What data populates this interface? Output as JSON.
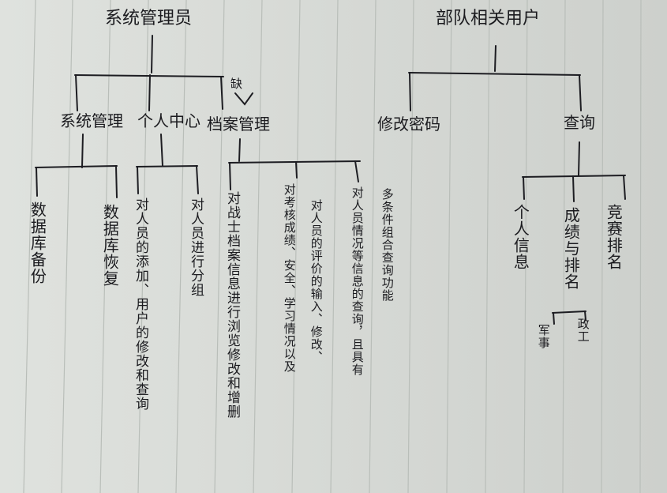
{
  "diagram": {
    "admin": {
      "title": "系统管理员",
      "children": [
        {
          "label": "系统管理",
          "leaves": [
            "数据库备份",
            "数据库恢复"
          ]
        },
        {
          "label": "个人中心",
          "leaves": [
            "对人员的添加、用户的修改和查询",
            "对人员进行分组"
          ]
        },
        {
          "label": "档案管理",
          "leaves": [
            "对战士档案信息进行浏览修改和增删",
            "对考核成绩、安全、学习情况以及",
            "对人员的评价的输入、修改、",
            "对人员情况等信息的查询，且具有"
          ]
        }
      ],
      "insert_mark": "缺"
    },
    "user": {
      "title": "部队相关用户",
      "children": [
        {
          "label": "修改密码",
          "leaves": [
            "多条件组合查询功能"
          ]
        },
        {
          "label": "查询",
          "leaves": [
            "个人信息",
            "成绩与排名",
            "竞赛排名"
          ],
          "subleaves": [
            "军事",
            "政工"
          ]
        }
      ]
    }
  },
  "colors": {
    "ink": "#1b1b1f",
    "paper": "#d9dcd8",
    "rule": "#b8bdb8"
  },
  "icons": {
    "edge": "notebook-binding-icon"
  }
}
